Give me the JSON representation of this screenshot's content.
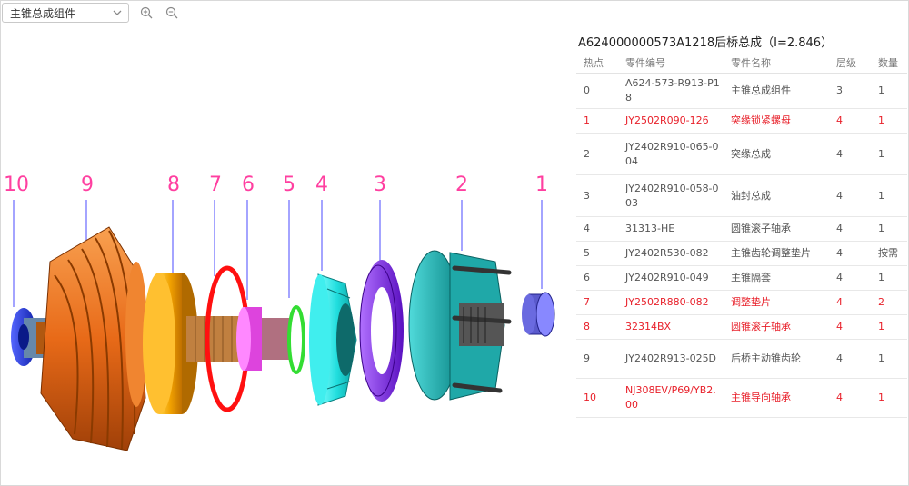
{
  "toolbar": {
    "select_value": "主锥总成组件",
    "zoom_in_label": "+",
    "zoom_out_label": "-"
  },
  "title": "A624000000573A1218后桥总成（I=2.846）",
  "columns": [
    "热点",
    "零件编号",
    "零件名称",
    "层级",
    "数量"
  ],
  "rows": [
    {
      "hotspot": "0",
      "part_no": "A624-573-R913-P18",
      "name": "主锥总成组件",
      "level": "3",
      "qty": "1",
      "highlight": false
    },
    {
      "hotspot": "1",
      "part_no": "JY2502R090-126",
      "name": "突缘锁紧螺母",
      "level": "4",
      "qty": "1",
      "highlight": true
    },
    {
      "hotspot": "2",
      "part_no": "JY2402R910-065-004",
      "name": "突缘总成",
      "level": "4",
      "qty": "1",
      "highlight": false
    },
    {
      "hotspot": "3",
      "part_no": "JY2402R910-058-003",
      "name": "油封总成",
      "level": "4",
      "qty": "1",
      "highlight": false
    },
    {
      "hotspot": "4",
      "part_no": "31313-HE",
      "name": "圆锥滚子轴承",
      "level": "4",
      "qty": "1",
      "highlight": false
    },
    {
      "hotspot": "5",
      "part_no": "JY2402R530-082",
      "name": "主锥齿轮调整垫片",
      "level": "4",
      "qty": "按需",
      "highlight": false
    },
    {
      "hotspot": "6",
      "part_no": "JY2402R910-049",
      "name": "主锥隔套",
      "level": "4",
      "qty": "1",
      "highlight": false
    },
    {
      "hotspot": "7",
      "part_no": "JY2502R880-082",
      "name": "调整垫片",
      "level": "4",
      "qty": "2",
      "highlight": true
    },
    {
      "hotspot": "8",
      "part_no": "32314BX",
      "name": "圆锥滚子轴承",
      "level": "4",
      "qty": "1",
      "highlight": true
    },
    {
      "hotspot": "9",
      "part_no": "JY2402R913-025D",
      "name": "后桥主动锥齿轮",
      "level": "4",
      "qty": "1",
      "highlight": false
    },
    {
      "hotspot": "10",
      "part_no": "NJ308EV/P69/YB2.00",
      "name": "主锥导向轴承",
      "level": "4",
      "qty": "1",
      "highlight": true
    }
  ],
  "callouts": [
    "10",
    "9",
    "8",
    "7",
    "6",
    "5",
    "4",
    "3",
    "2",
    "1"
  ],
  "colors": {
    "callout": "#ff3fa0",
    "leader": "#4a4aff",
    "highlight_text": "#e8202a",
    "gear": "#f07020",
    "bearing_orange": "#f5a000",
    "shim_red": "#ff1010",
    "spacer_pink": "#ff66ff",
    "shim_green": "#33dd33",
    "bearing_cyan": "#22dddd",
    "seal_purple": "#8822ff",
    "flange_teal": "#22bbbb",
    "nut_blue": "#6666ff",
    "pilot_blue": "#2233ff"
  }
}
